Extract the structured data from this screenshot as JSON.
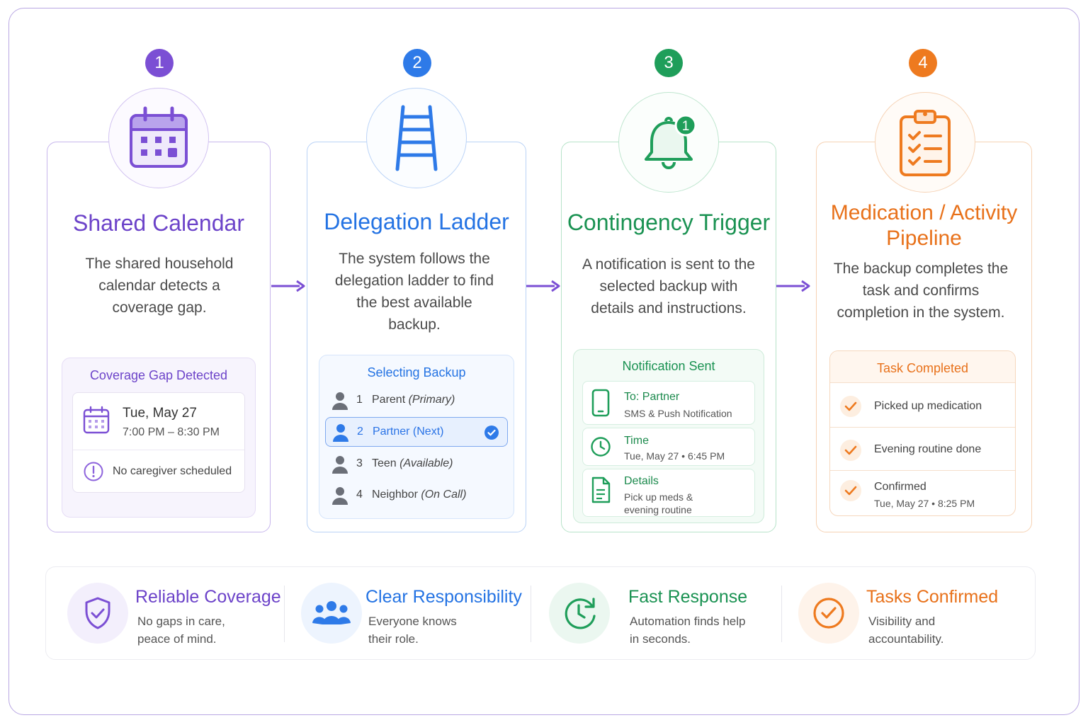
{
  "steps": [
    {
      "number": "1",
      "title": "Shared Calendar",
      "description": "The shared household calendar detects a coverage gap.",
      "color": "#7b4fd4",
      "icon": "calendar-icon",
      "panel": {
        "title": "Coverage Gap Detected",
        "date": "Tue, May 27",
        "time": "7:00 PM – 8:30 PM",
        "alert": "No caregiver scheduled",
        "alert_icon": "alert-circle-icon"
      }
    },
    {
      "number": "2",
      "title": "Delegation Ladder",
      "description": "The system follows the delegation ladder to find the best available backup.",
      "color": "#2e7ae8",
      "icon": "ladder-icon",
      "panel": {
        "title": "Selecting Backup",
        "items": [
          {
            "num": "1",
            "name": "Parent",
            "role": "(Primary)",
            "selected": false
          },
          {
            "num": "2",
            "name": "Partner",
            "role": "(Next)",
            "selected": true
          },
          {
            "num": "3",
            "name": "Teen",
            "role": "(Available)",
            "selected": false
          },
          {
            "num": "4",
            "name": "Neighbor",
            "role": "(On Call)",
            "selected": false
          }
        ]
      }
    },
    {
      "number": "3",
      "title": "Contingency Trigger",
      "description": "A notification is sent to the selected backup with details and instructions.",
      "color": "#1f9e5a",
      "icon": "bell-icon",
      "bell_badge": "1",
      "panel": {
        "title": "Notification Sent",
        "rows": [
          {
            "icon": "phone-icon",
            "heading": "To: Partner",
            "sub": "SMS & Push Notification"
          },
          {
            "icon": "clock-icon",
            "heading": "Time",
            "sub": "Tue, May 27 • 6:45 PM"
          },
          {
            "icon": "document-icon",
            "heading": "Details",
            "sub": "Pick up meds & evening routine"
          }
        ]
      }
    },
    {
      "number": "4",
      "title": "Medication / Activity Pipeline",
      "description": "The backup completes the task and confirms completion in the system.",
      "color": "#ee7a1f",
      "icon": "clipboard-checklist-icon",
      "panel": {
        "title": "Task Completed",
        "rows": [
          {
            "label": "Picked up medication",
            "sub": ""
          },
          {
            "label": "Evening routine done",
            "sub": ""
          },
          {
            "label": "Confirmed",
            "sub": "Tue, May 27 • 8:25 PM"
          }
        ]
      }
    }
  ],
  "benefits": [
    {
      "title": "Reliable Coverage",
      "desc_line1": "No gaps in care,",
      "desc_line2": "peace of mind.",
      "color": "#7b4fd4",
      "icon": "shield-check-icon"
    },
    {
      "title": "Clear Responsibility",
      "desc_line1": "Everyone knows",
      "desc_line2": "their role.",
      "color": "#2e7ae8",
      "icon": "group-icon"
    },
    {
      "title": "Fast Response",
      "desc_line1": "Automation finds help",
      "desc_line2": "in seconds.",
      "color": "#1f9e5a",
      "icon": "clock-refresh-icon"
    },
    {
      "title": "Tasks Confirmed",
      "desc_line1": "Visibility and",
      "desc_line2": "accountability.",
      "color": "#ee7a1f",
      "icon": "check-circle-icon"
    }
  ]
}
